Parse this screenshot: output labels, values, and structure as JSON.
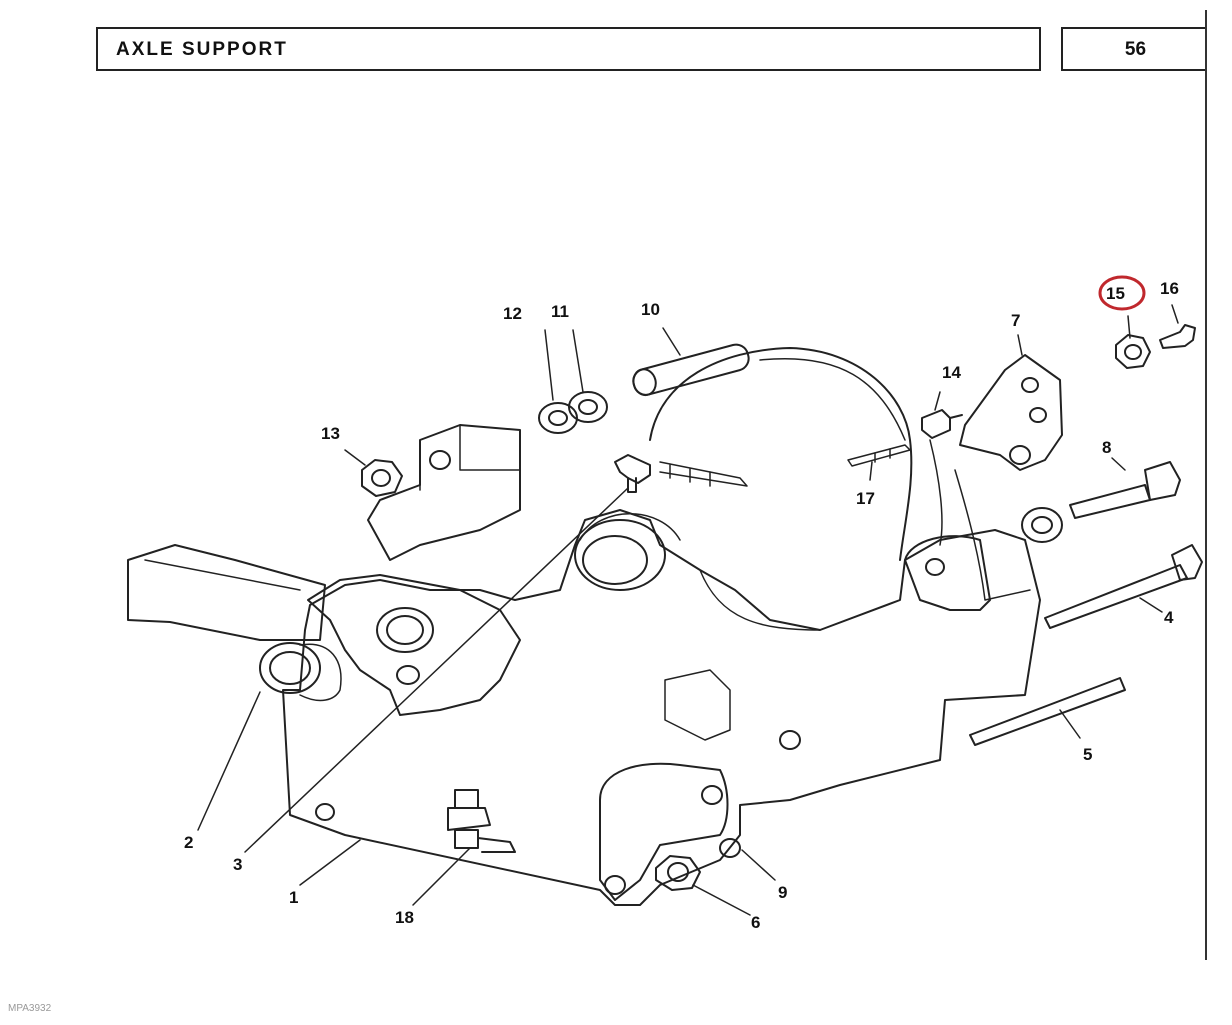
{
  "header": {
    "title": "AXLE SUPPORT",
    "page_number": "56"
  },
  "callouts": [
    {
      "label": "1"
    },
    {
      "label": "2"
    },
    {
      "label": "3"
    },
    {
      "label": "4"
    },
    {
      "label": "5"
    },
    {
      "label": "6"
    },
    {
      "label": "7"
    },
    {
      "label": "8"
    },
    {
      "label": "9"
    },
    {
      "label": "10"
    },
    {
      "label": "11"
    },
    {
      "label": "12"
    },
    {
      "label": "13"
    },
    {
      "label": "14"
    },
    {
      "label": "15",
      "highlighted": true
    },
    {
      "label": "16"
    },
    {
      "label": "17"
    },
    {
      "label": "18"
    }
  ],
  "highlight_color": "#c0282d",
  "footer": {
    "reference_code": "MPA3932"
  }
}
